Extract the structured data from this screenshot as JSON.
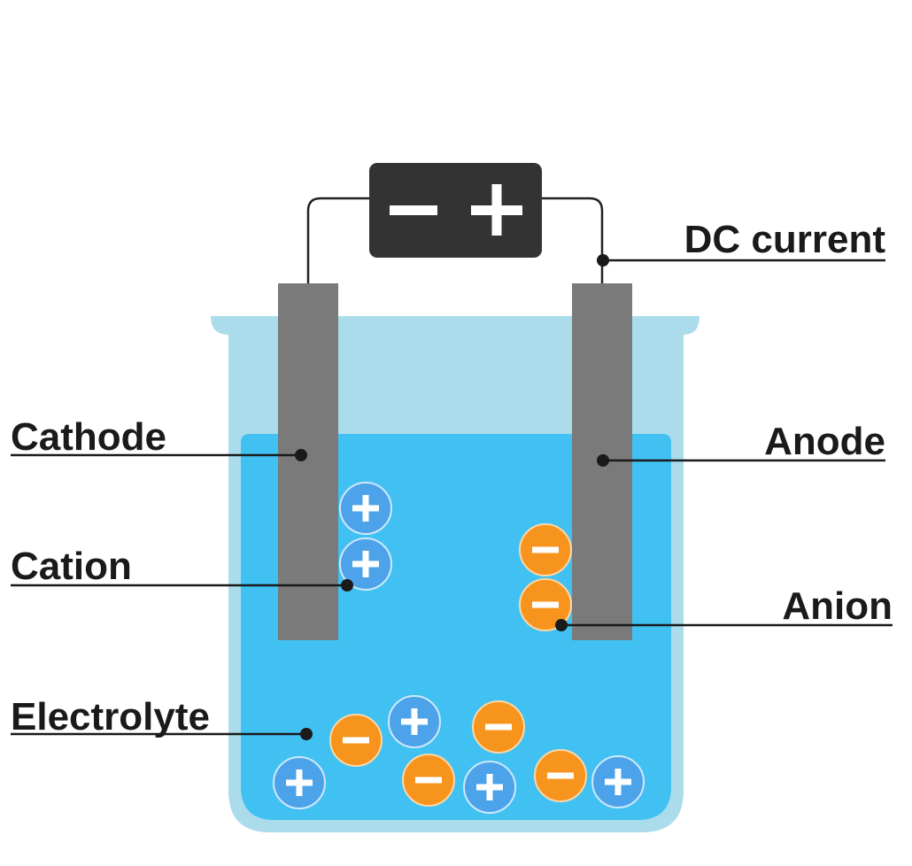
{
  "labels": {
    "dc_current": "DC current",
    "cathode": "Cathode",
    "anode": "Anode",
    "cation": "Cation",
    "anion": "Anion",
    "electrolyte": "Electrolyte"
  },
  "battery": {
    "negative_symbol": "−",
    "positive_symbol": "+"
  },
  "ion_symbols": {
    "cation": "+",
    "anion": "−"
  },
  "colors": {
    "beaker_glass": "#aadcec",
    "electrolyte": "#41c1f2",
    "electrode": "#7a7a7a",
    "battery": "#333333",
    "cation": "#4da3ea",
    "anion": "#f7941d",
    "leader_line": "#1a1a1a"
  }
}
